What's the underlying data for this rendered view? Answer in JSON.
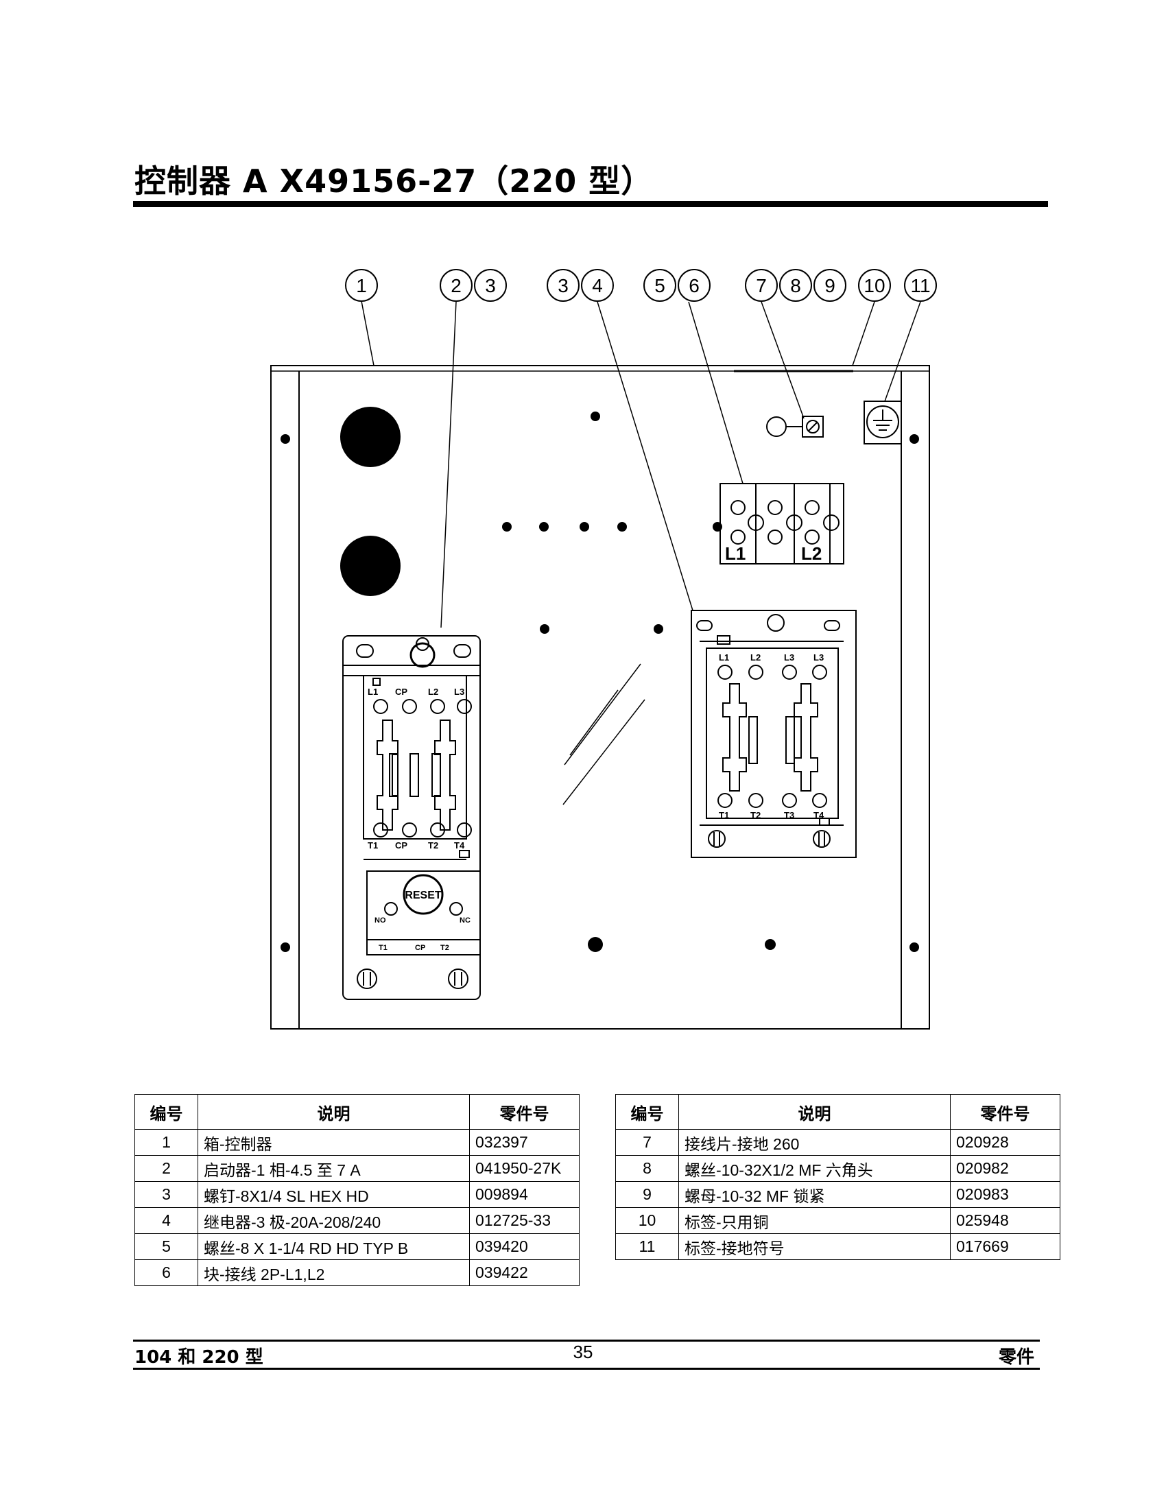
{
  "page": {
    "title": "控制器 A X49156-27（220 型）",
    "footer_left": "104 和 220 型",
    "page_number": "35",
    "footer_right": "零件"
  },
  "diagram": {
    "callouts": [
      "1",
      "2",
      "3",
      "3",
      "4",
      "5",
      "6",
      "7",
      "8",
      "9",
      "10",
      "11"
    ],
    "terminal_block": {
      "left_label": "L1",
      "right_label": "L2"
    },
    "starter": {
      "top_terminals": [
        "L1",
        "CP",
        "L2",
        "L3"
      ],
      "bottom_terminals": [
        "T1",
        "CP",
        "T2",
        "T4"
      ],
      "reset_label": "RESET",
      "overload_left": "NO",
      "overload_right": "NC",
      "overload_bottom": [
        "T1",
        "CP",
        "T2"
      ]
    },
    "relay": {
      "top_terminals": [
        "L1",
        "L2",
        "L3",
        "L3"
      ],
      "bottom_terminals": [
        "T1",
        "T2",
        "T3",
        "T4"
      ]
    }
  },
  "tables": {
    "headers": {
      "number": "编号",
      "description": "说明",
      "part_number": "零件号"
    },
    "left": [
      {
        "number": "1",
        "description": "箱-控制器",
        "part_number": "032397"
      },
      {
        "number": "2",
        "description": "启动器-1 相-4.5 至 7 A",
        "part_number": "041950-27K"
      },
      {
        "number": "3",
        "description": "螺钉-8X1/4 SL HEX HD",
        "part_number": "009894"
      },
      {
        "number": "4",
        "description": "继电器-3 极-20A-208/240",
        "part_number": "012725-33"
      },
      {
        "number": "5",
        "description": "螺丝-8 X 1-1/4 RD HD TYP B",
        "part_number": "039420"
      },
      {
        "number": "6",
        "description": "块-接线 2P-L1,L2",
        "part_number": "039422"
      }
    ],
    "right": [
      {
        "number": "7",
        "description": "接线片-接地 260",
        "part_number": "020928"
      },
      {
        "number": "8",
        "description": "螺丝-10-32X1/2 MF 六角头",
        "part_number": "020982"
      },
      {
        "number": "9",
        "description": "螺母-10-32 MF 锁紧",
        "part_number": "020983"
      },
      {
        "number": "10",
        "description": "标签-只用铜",
        "part_number": "025948"
      },
      {
        "number": "11",
        "description": "标签-接地符号",
        "part_number": "017669"
      }
    ]
  }
}
